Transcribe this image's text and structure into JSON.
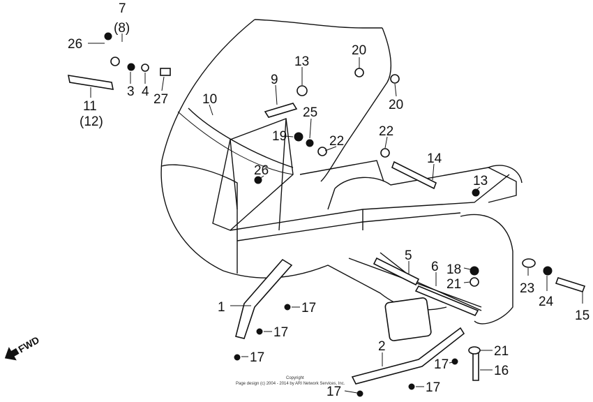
{
  "diagram": {
    "callouts": {
      "c1": "1",
      "c2": "2",
      "c3": "3",
      "c4": "4",
      "c5": "5",
      "c6": "6",
      "c7": "7",
      "c8": "(8)",
      "c9": "9",
      "c10": "10",
      "c11": "11",
      "c12": "(12)",
      "c13a": "13",
      "c13b": "13",
      "c14": "14",
      "c15": "15",
      "c16": "16",
      "c17a": "17",
      "c17b": "17",
      "c17c": "17",
      "c17d": "17",
      "c17e": "17",
      "c17f": "17",
      "c18": "18",
      "c19": "19",
      "c20a": "20",
      "c20b": "20",
      "c21a": "21",
      "c21b": "21",
      "c22a": "22",
      "c22b": "22",
      "c23": "23",
      "c24": "24",
      "c25": "25",
      "c26a": "26",
      "c26b": "26",
      "c27": "27"
    },
    "direction_label": "FWD",
    "copyright_line1": "Copyright",
    "copyright_line2": "Page design (c) 2004 - 2014 by ARI Network Services, Inc."
  }
}
